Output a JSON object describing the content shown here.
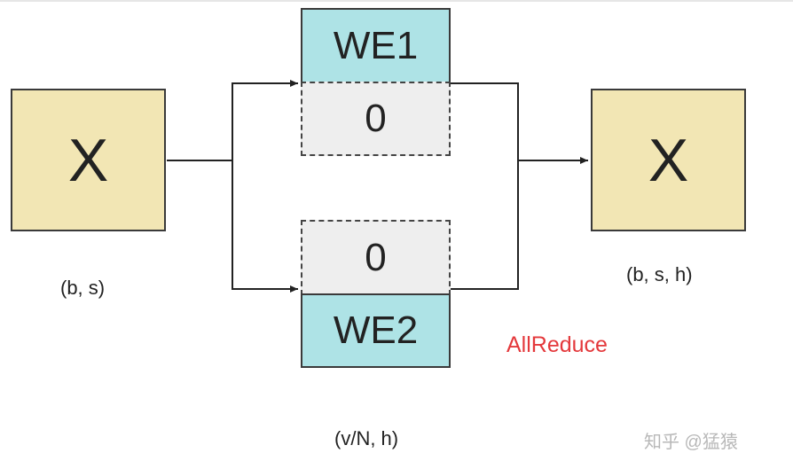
{
  "diagram": {
    "input_box": {
      "text": "X",
      "shape_label": "(b, s)"
    },
    "output_box": {
      "text": "X",
      "shape_label": "(b, s, h)"
    },
    "top_block": {
      "weight": "WE1",
      "pad": "0"
    },
    "bottom_block": {
      "weight": "WE2",
      "pad": "0"
    },
    "embedding_shape_label": "(v/N, h)",
    "op_label": "AllReduce",
    "watermark": "知乎 @猛猿"
  },
  "colors": {
    "x_box_fill": "#f2e6b4",
    "weight_fill": "#aee3e6",
    "zero_fill": "#eeeeee",
    "op_label": "#e4393c",
    "line": "#222222"
  }
}
